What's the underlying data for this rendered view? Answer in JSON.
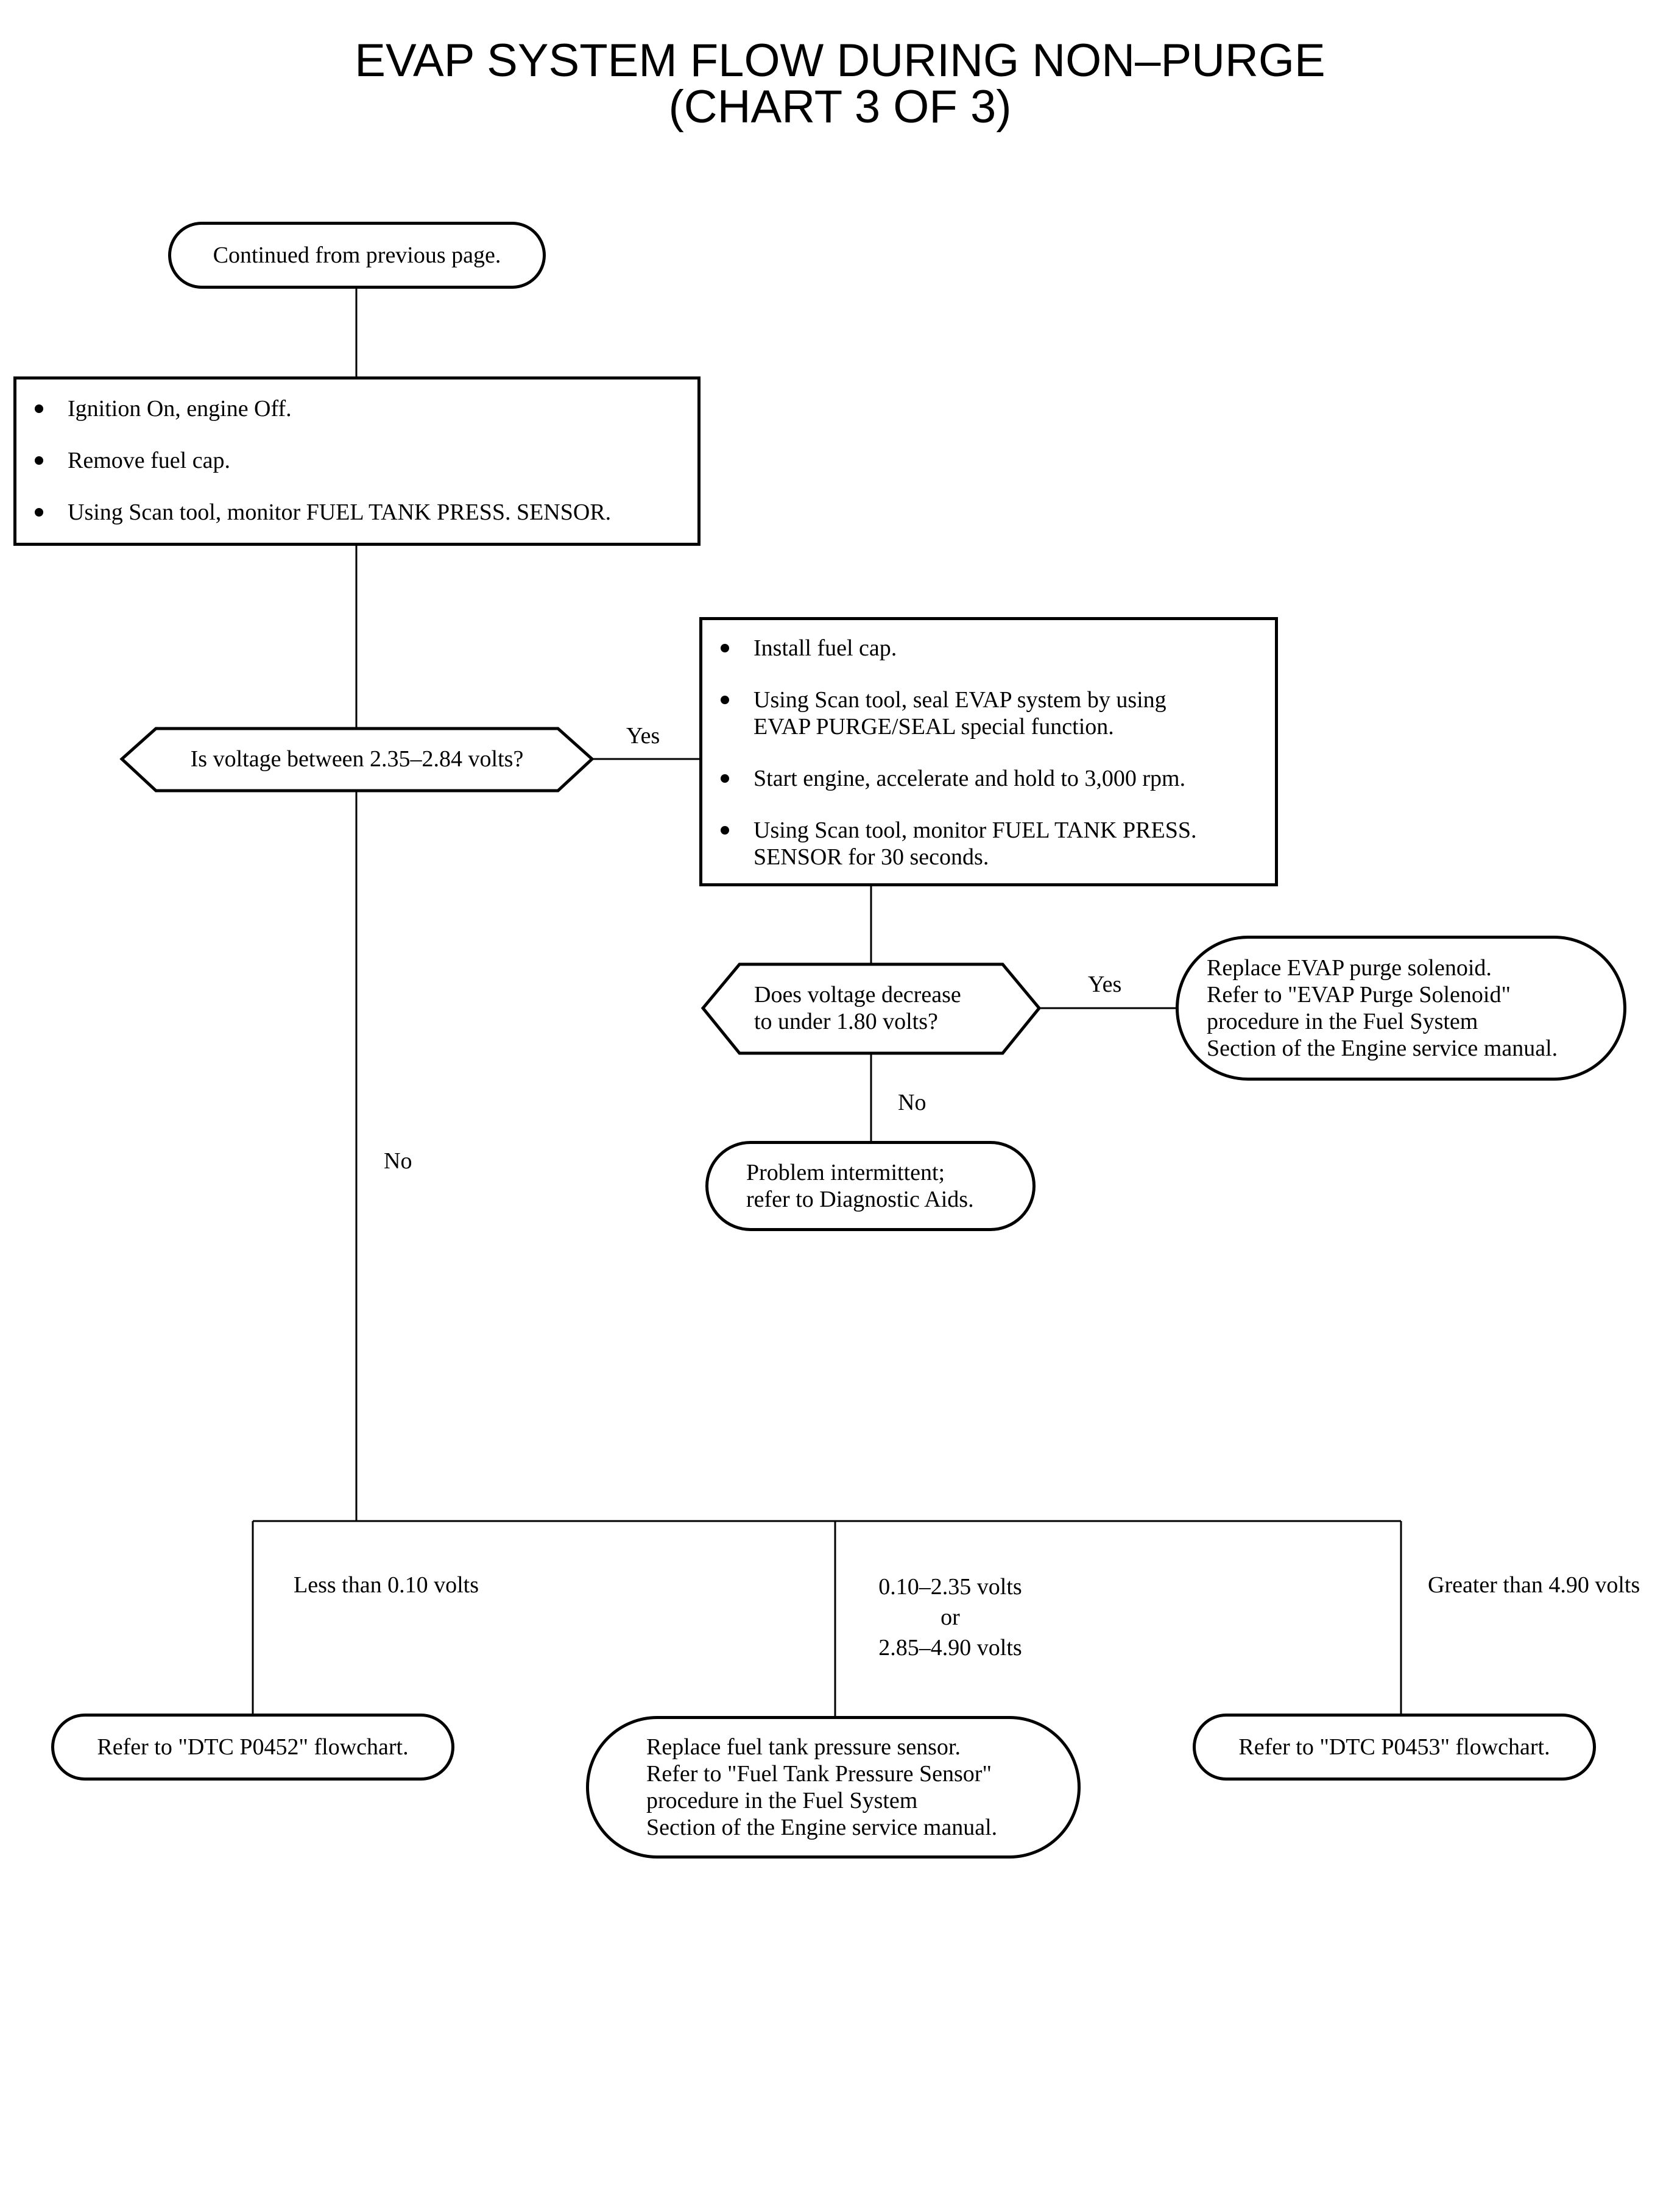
{
  "title_line1": "EVAP SYSTEM FLOW DURING NON–PURGE",
  "title_line2": "(CHART 3 OF 3)",
  "start": "Continued from previous page.",
  "step1": {
    "items": [
      "Ignition On, engine Off.",
      "Remove fuel cap.",
      "Using Scan tool, monitor FUEL TANK PRESS. SENSOR."
    ]
  },
  "decision1": "Is voltage between 2.35–2.84 volts?",
  "decision1_yes": "Yes",
  "decision1_no": "No",
  "step2": {
    "items": [
      [
        "Install fuel cap."
      ],
      [
        "Using Scan tool, seal EVAP system by using",
        "EVAP PURGE/SEAL special function."
      ],
      [
        "Start engine, accelerate and hold to 3,000 rpm."
      ],
      [
        "Using Scan tool, monitor FUEL TANK PRESS.",
        "SENSOR for 30 seconds."
      ]
    ]
  },
  "decision2": [
    "Does voltage decrease",
    "to under 1.80 volts?"
  ],
  "decision2_yes": "Yes",
  "decision2_no": "No",
  "result_purge": [
    "Replace EVAP purge solenoid.",
    "Refer to \"EVAP Purge Solenoid\"",
    "procedure in the Fuel System",
    "Section of the Engine service manual."
  ],
  "result_intermittent": [
    "Problem intermittent;",
    "refer to Diagnostic Aids."
  ],
  "branch_low": "Less than 0.10 volts",
  "branch_mid": [
    "0.10–2.35 volts",
    "or",
    "2.85–4.90 volts"
  ],
  "branch_high": "Greater than 4.90 volts",
  "result_low": "Refer to \"DTC P0452\" flowchart.",
  "result_mid": [
    "Replace fuel tank pressure sensor.",
    "Refer to \"Fuel Tank Pressure Sensor\"",
    "procedure in the Fuel System",
    "Section of the Engine service manual."
  ],
  "result_high": "Refer to \"DTC P0453\" flowchart."
}
